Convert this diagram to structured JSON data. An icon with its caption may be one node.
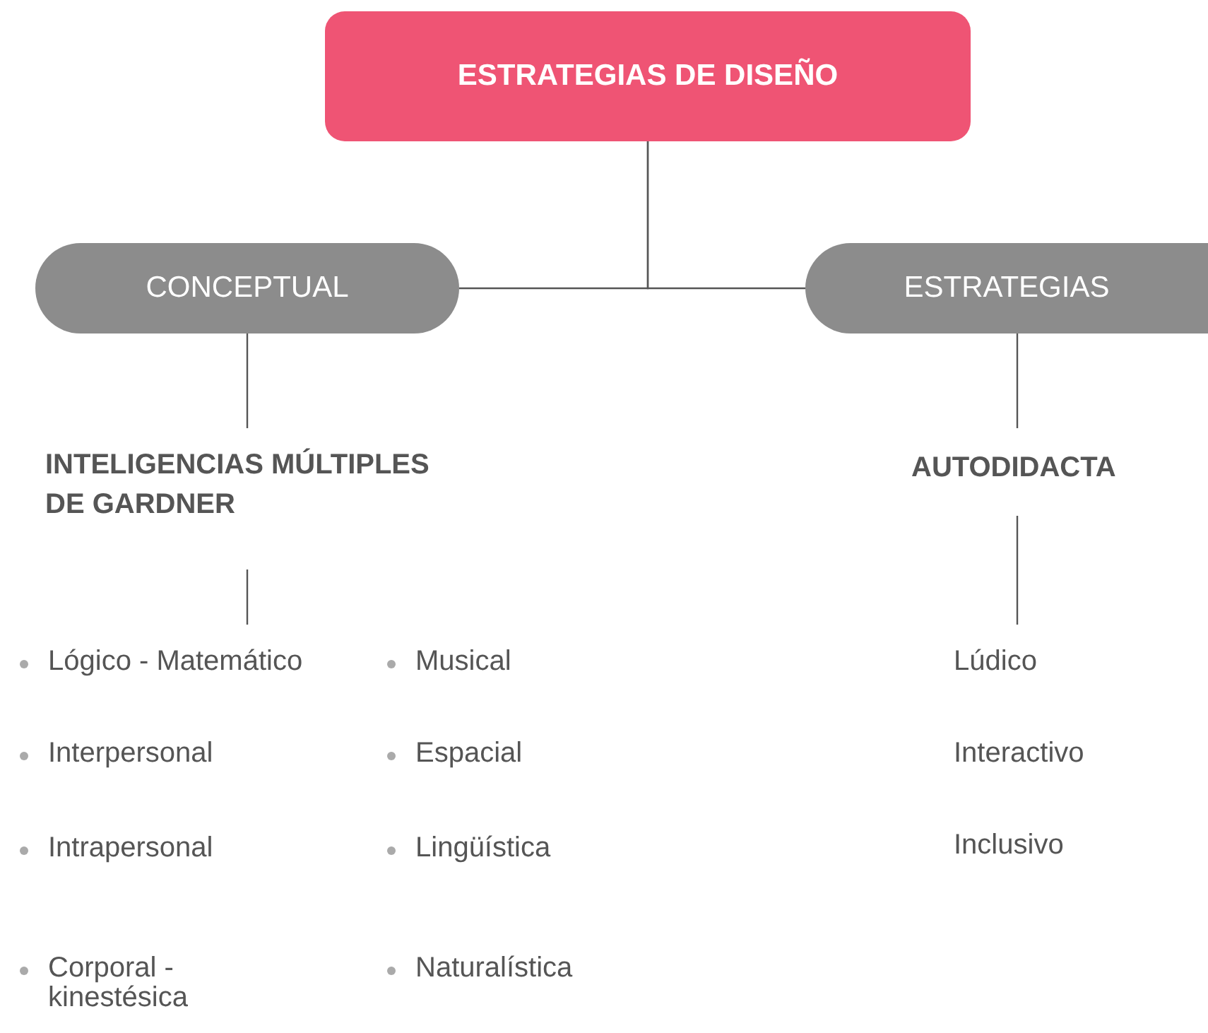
{
  "diagram": {
    "nodes": [
      {
        "text": [
          "ESTRATEGIAS DE DISEÑO"
        ]
      },
      {
        "text": [
          "CONCEPTUAL"
        ]
      },
      {
        "text": [
          "ESTRATEGIAS"
        ]
      },
      {
        "text": [
          "INTELIGENCIAS MÚLTIPLES DE GARDNER"
        ]
      },
      {
        "text": [
          "AUTODIDACTA"
        ]
      },
      {
        "text": [
          "Lógico - Matemático",
          "Musical",
          "Interpersonal",
          "Espacial",
          "Intrapersonal",
          "Lingüística",
          "Corporal - kinestésica",
          "Naturalística"
        ]
      },
      {
        "text": [
          "Lúdico",
          "Interactivo",
          "Inclusivo"
        ]
      }
    ],
    "edges": [
      {
        "from": 0,
        "to": 1,
        "arrow": "none"
      },
      {
        "from": 0,
        "to": 2,
        "arrow": "none"
      },
      {
        "from": 1,
        "to": 3,
        "arrow": "none"
      },
      {
        "from": 2,
        "to": 4,
        "arrow": "none"
      },
      {
        "from": 3,
        "to": 5,
        "arrow": "none"
      },
      {
        "from": 4,
        "to": 6,
        "arrow": "none"
      }
    ]
  }
}
